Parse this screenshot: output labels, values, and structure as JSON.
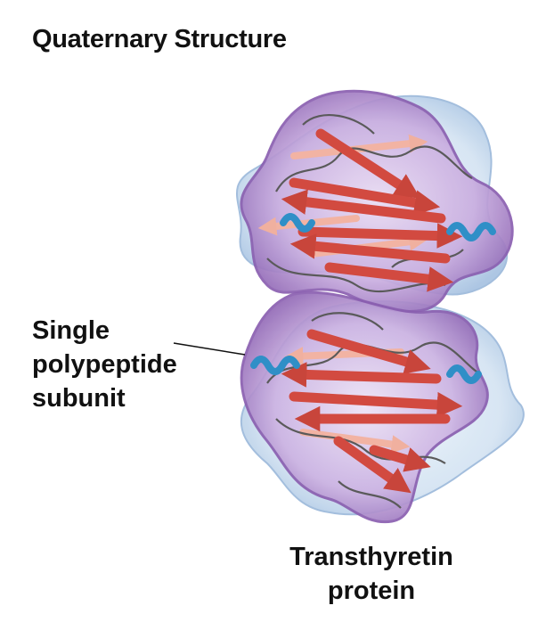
{
  "title": "Quaternary Structure",
  "subunit_label": {
    "line1": "Single",
    "line2": "polypeptide",
    "line3": "subunit"
  },
  "protein_label": {
    "line1": "Transthyretin",
    "line2": "protein"
  },
  "colors": {
    "subunit_surface": "#8a5fb0",
    "back_surface": "#bcd3ea",
    "beta_strand": "#d9534a",
    "beta_strand_back": "#f2b3a3",
    "alpha_helix": "#2f8fc7",
    "coil": "#5a5a5a"
  }
}
